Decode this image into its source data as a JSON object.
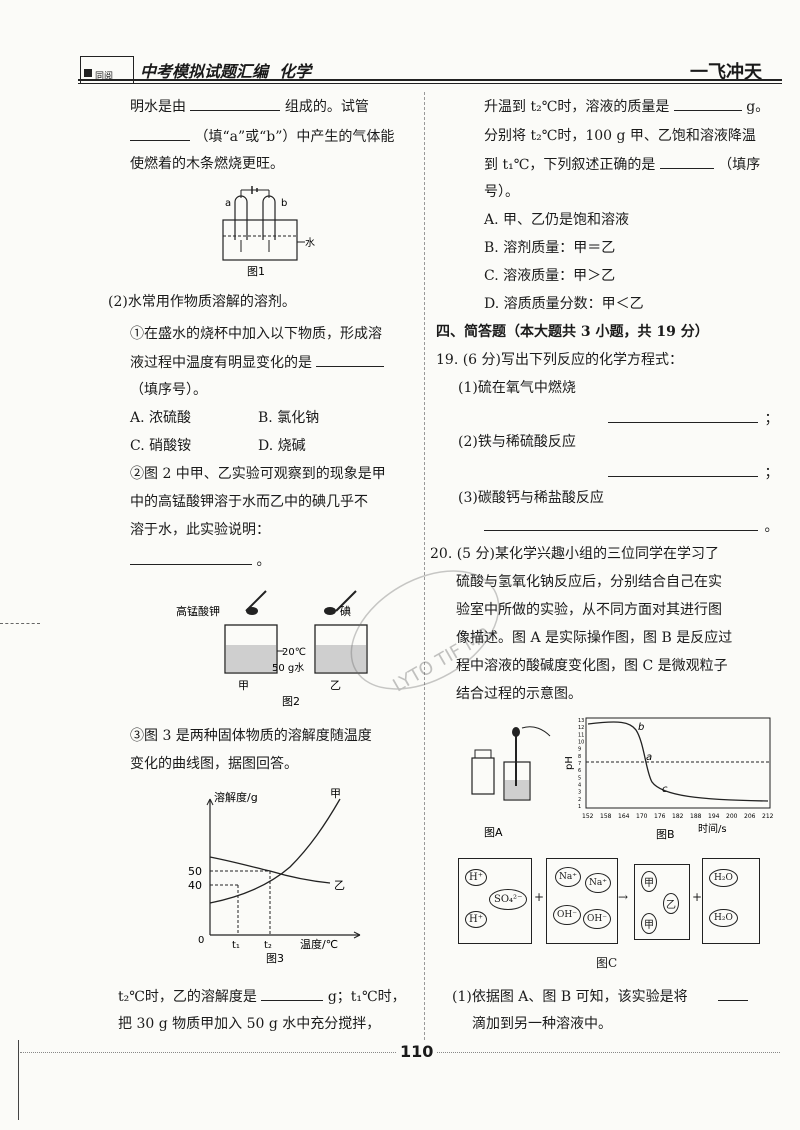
{
  "header": {
    "book_title": "中考模拟试题汇编  化学",
    "brand": "一飞冲天",
    "logo_text": "同阅"
  },
  "left": {
    "l1a": "明水是由",
    "l1b": "组成的。试管",
    "l2a": "（填“a”或“b”）中产生的气体能",
    "l3": "使燃着的木条燃烧更旺。",
    "fig1": {
      "caption": "图1",
      "label_a": "a",
      "label_b": "b",
      "label_water": "水"
    },
    "q2": "(2)水常用作物质溶解的溶剂。",
    "q2_1a": "①在盛水的烧杯中加入以下物质，形成溶",
    "q2_1b": "液过程中温度有明显变化的是",
    "q2_1c": "（填序号）。",
    "optA": "A. 浓硫酸",
    "optB": "B. 氯化钠",
    "optC": "C. 硝酸铵",
    "optD": "D. 烧碱",
    "q2_2a": "②图 2 中甲、乙实验可观察到的现象是甲",
    "q2_2b": "中的高锰酸钾溶于水而乙中的碘几乎不",
    "q2_2c": "溶于水，此实验说明：",
    "q2_2d": "。",
    "fig2": {
      "caption": "图2",
      "kmno4": "高锰酸钾",
      "iodine": "碘",
      "temp": "20℃",
      "water": "50 g水",
      "jia": "甲",
      "yi": "乙"
    },
    "q2_3a": "③图 3 是两种固体物质的溶解度随温度",
    "q2_3b": "变化的曲线图，据图回答。",
    "fig3": {
      "caption": "图3",
      "ylabel": "溶解度/g",
      "xlabel": "温度/℃",
      "series_jia": "甲",
      "series_yi": "乙",
      "y50": "50",
      "y40": "40",
      "origin": "0",
      "t1": "t₁",
      "t2": "t₂"
    },
    "q2_3c_a": "t₂℃时，乙的溶解度是",
    "q2_3c_b": "g；t₁℃时，",
    "q2_3d": "把 30 g 物质甲加入 50 g 水中充分搅拌，"
  },
  "right": {
    "r1a": "升温到 t₂℃时，溶液的质量是",
    "r1b": "g。",
    "r2": "分别将 t₂℃时，100 g 甲、乙饱和溶液降温",
    "r3a": "到 t₁℃，下列叙述正确的是",
    "r3b": "（填序",
    "r4": "号）。",
    "optA": "A. 甲、乙仍是饱和溶液",
    "optB": "B. 溶剂质量：甲＝乙",
    "optC": "C. 溶液质量：甲＞乙",
    "optD": "D. 溶质质量分数：甲＜乙",
    "section4": "四、简答题（本大题共 3 小题，共 19 分）",
    "q19": "19. (6 分)写出下列反应的化学方程式：",
    "q19_1": "(1)硫在氧气中燃烧",
    "q19_2": "(2)铁与稀硫酸反应",
    "q19_3": "(3)碳酸钙与稀盐酸反应",
    "semi": "；",
    "period": "。",
    "q20a": "20. (5 分)某化学兴趣小组的三位同学在学习了",
    "q20b": "硫酸与氢氧化钠反应后，分别结合自己在实",
    "q20c": "验室中所做的实验，从不同方面对其进行图",
    "q20d": "像描述。图 A 是实际操作图，图 B 是反应过",
    "q20e": "程中溶液的酸碱度变化图，图 C 是微观粒子",
    "q20f": "结合过程的示意图。",
    "figA": "图A",
    "figB": {
      "caption": "图B",
      "ylabel": "pH",
      "xlabel": "时间/s",
      "ticks": [
        "152",
        "158",
        "164",
        "170",
        "176",
        "182",
        "188",
        "194",
        "200",
        "206",
        "212"
      ],
      "yticks": [
        "13",
        "12",
        "11",
        "10",
        "9",
        "8",
        "7",
        "6",
        "5",
        "4",
        "3",
        "2",
        "1"
      ],
      "pt_a": "a",
      "pt_b": "b",
      "pt_c": "c"
    },
    "figC": {
      "caption": "图C",
      "box1": [
        "H⁺",
        "SO₄²⁻",
        "H⁺"
      ],
      "box2": [
        "Na⁺",
        "Na⁺",
        "OH⁻",
        "OH⁻"
      ],
      "box3": [
        "甲",
        "乙",
        "甲"
      ],
      "box4": [
        "H₂O",
        "H₂O"
      ],
      "plus": "+",
      "arrow": "→"
    },
    "q20_1a": "(1)依据图 A、图 B 可知，该实验是将",
    "q20_1b": "滴加到另一种溶液中。"
  },
  "footer": {
    "page_number": "110"
  },
  "watermark": "LYTO TIF MP"
}
